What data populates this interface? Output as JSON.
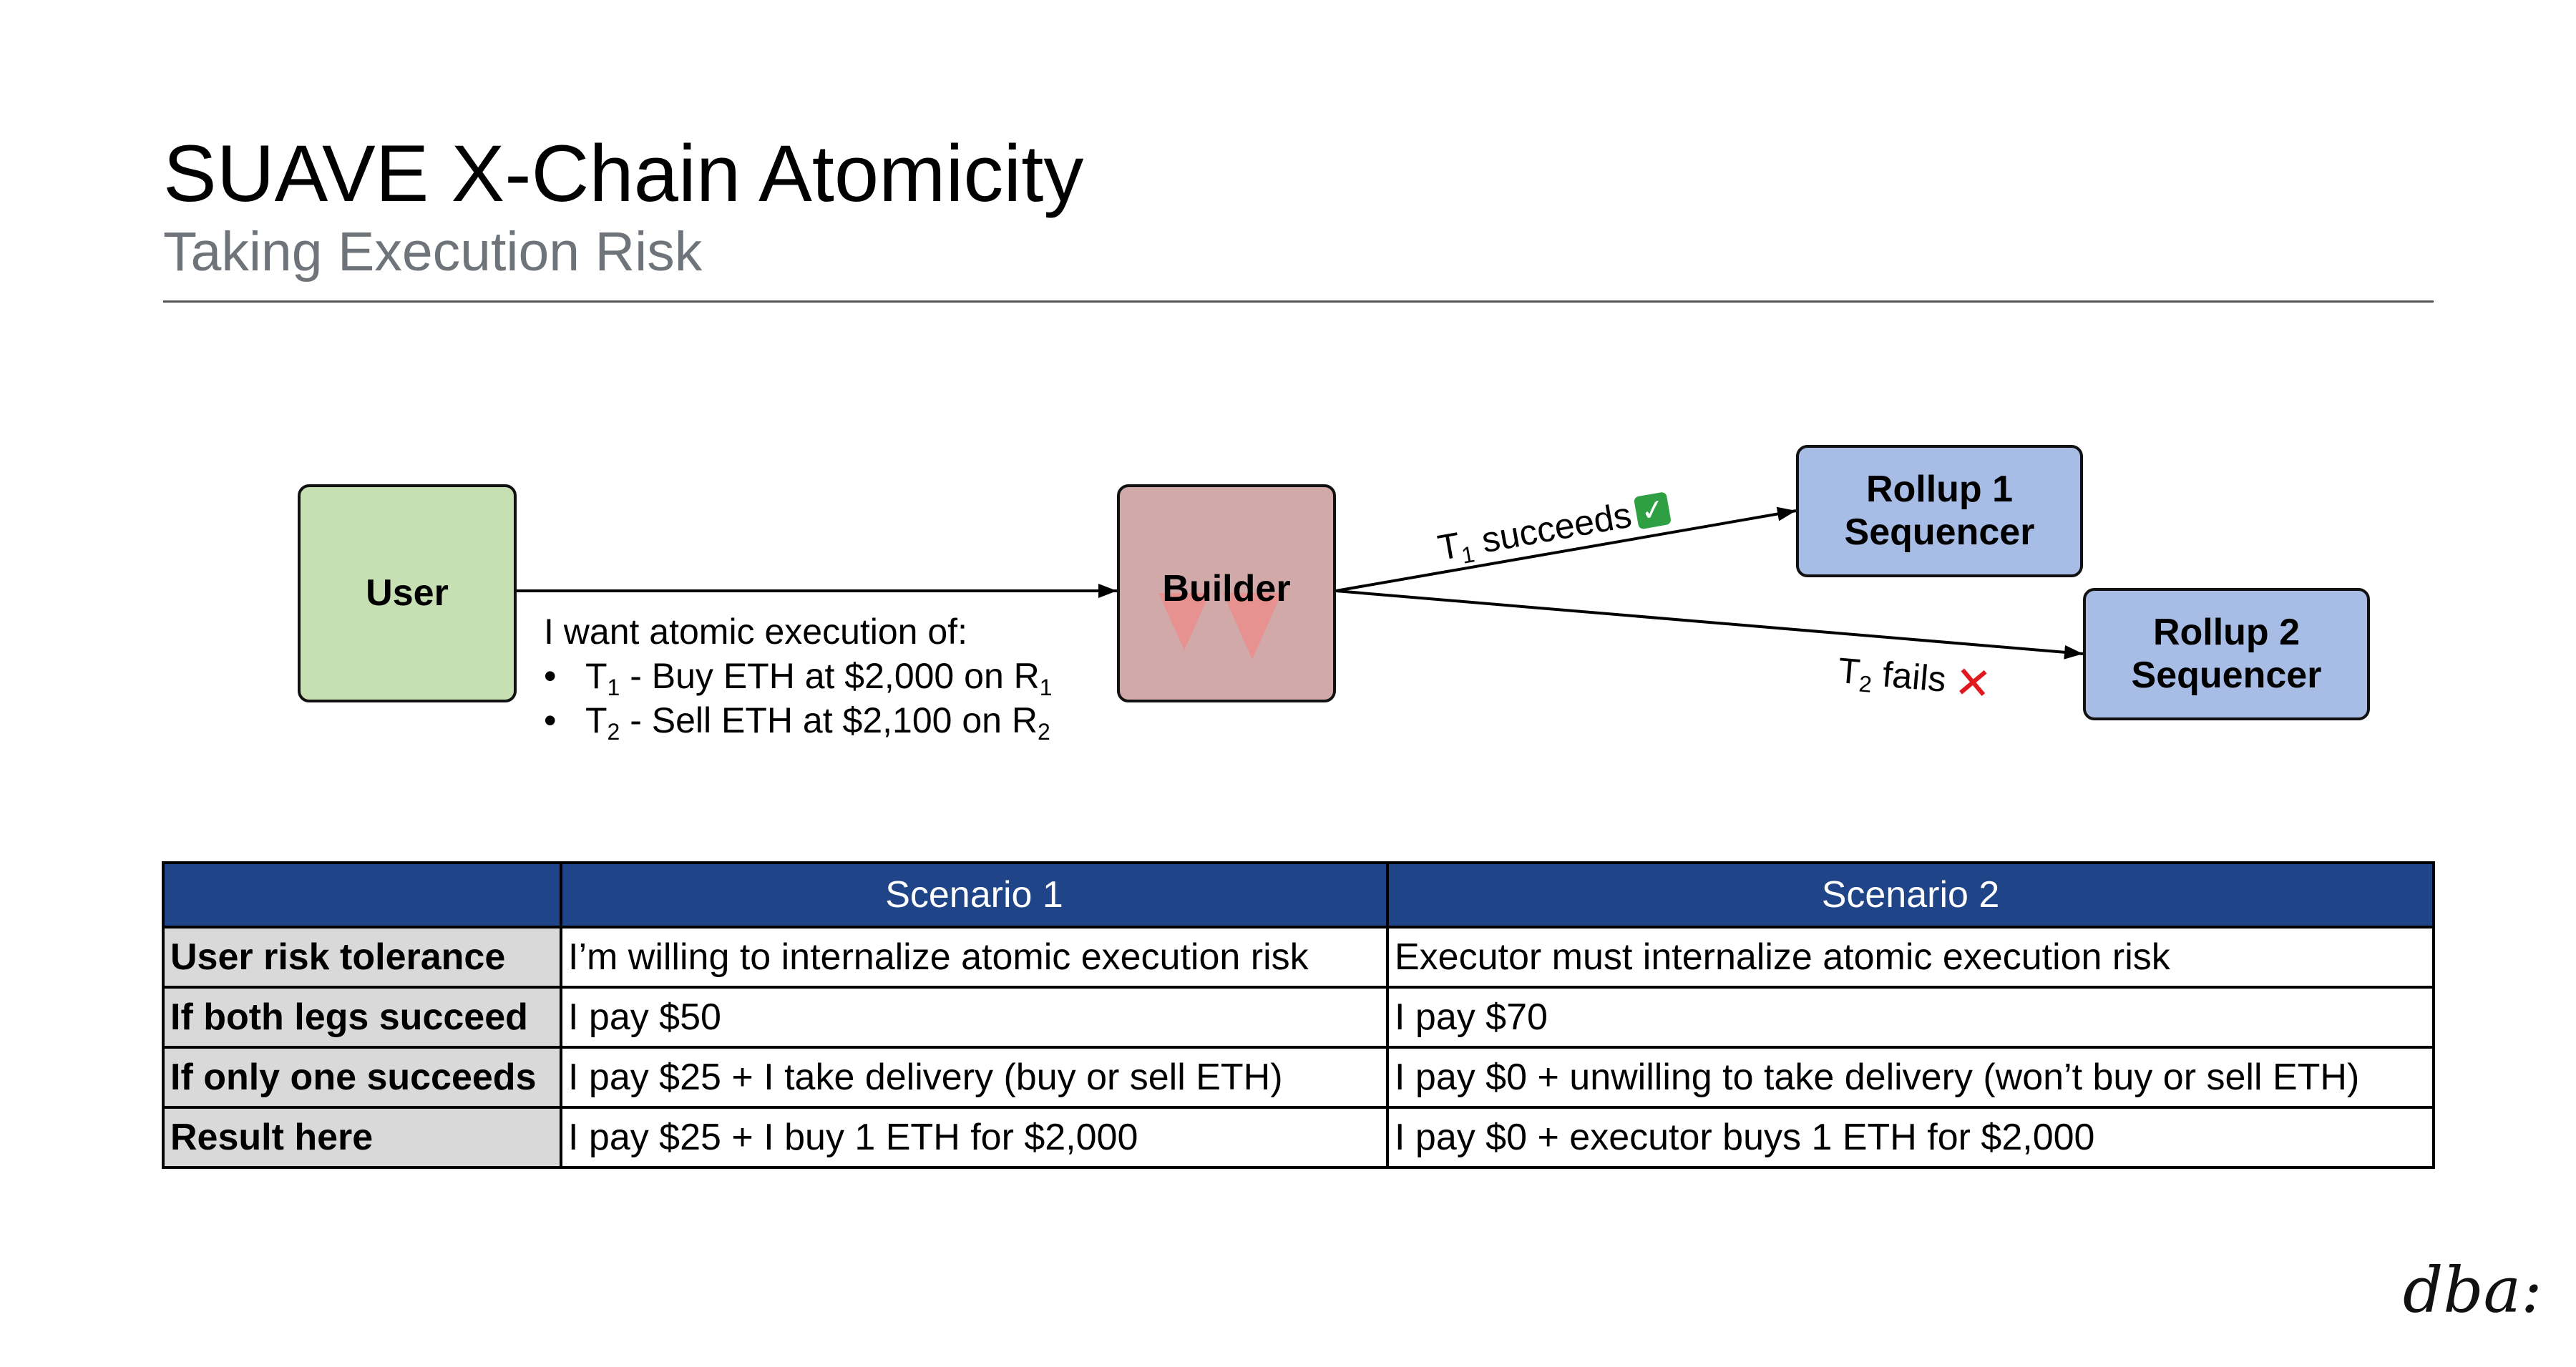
{
  "header": {
    "title": "SUAVE X-Chain Atomicity",
    "subtitle": "Taking Execution Risk"
  },
  "diagram": {
    "nodes": {
      "user": "User",
      "builder": "Builder",
      "rollup1": [
        "Rollup 1",
        "Sequencer"
      ],
      "rollup2": [
        "Rollup 2",
        "Sequencer"
      ]
    },
    "intent": {
      "heading": "I want atomic execution of:",
      "items": [
        {
          "bullet": "•",
          "t": "T",
          "t_sub": "1",
          "text": " - Buy ETH at $2,000 on R",
          "r_sub": "1"
        },
        {
          "bullet": "•",
          "t": "T",
          "t_sub": "2",
          "text": " - Sell ETH at $2,100 on R",
          "r_sub": "2"
        }
      ]
    },
    "edges": {
      "t1": {
        "t": "T",
        "sub": "1",
        "text": " succeeds",
        "status_icon": "check-icon"
      },
      "t2": {
        "t": "T",
        "sub": "2",
        "text": " fails",
        "status_icon": "cross-icon"
      }
    },
    "colors": {
      "user": "#c6e0b4",
      "builder": "#d1a9a9",
      "rollup": "#a7bde6",
      "success": "#2ea043",
      "fail": "#e0191f"
    }
  },
  "table": {
    "headers": [
      "",
      "Scenario 1",
      "Scenario 2"
    ],
    "rows": [
      {
        "label": "User risk tolerance",
        "s1": "I’m willing to internalize atomic execution risk",
        "s2": "Executor must internalize atomic execution risk"
      },
      {
        "label": "If both legs succeed",
        "s1": "I pay $50",
        "s2": "I pay $70"
      },
      {
        "label": "If only one succeeds",
        "s1": "I pay $25 + I take delivery (buy or sell ETH)",
        "s2": "I pay $0 + unwilling to take delivery (won’t buy or sell ETH)"
      },
      {
        "label": "Result here",
        "s1": "I pay $25 + I buy 1 ETH for $2,000",
        "s2": "I pay $0 + executor buys 1 ETH for $2,000"
      }
    ],
    "header_color": "#1f4488"
  },
  "logo": "dba:"
}
